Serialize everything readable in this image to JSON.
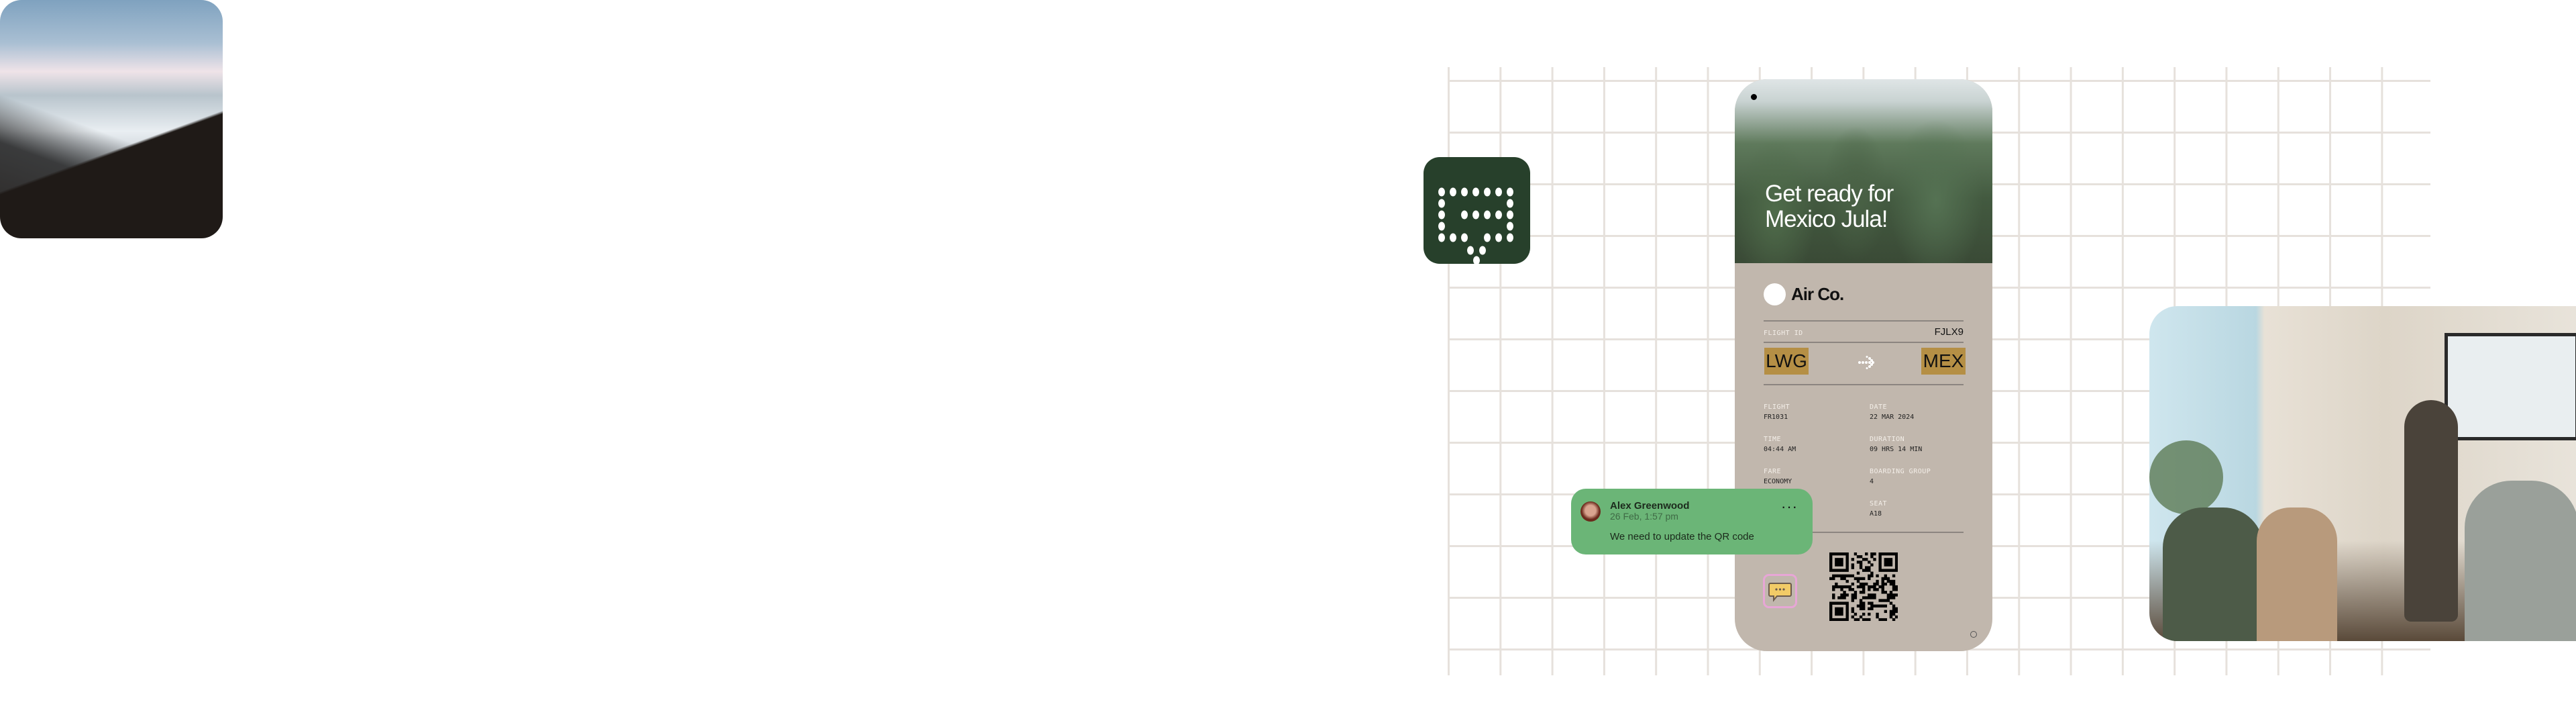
{
  "app_icon": {
    "name": "chat-app-icon"
  },
  "boarding_pass": {
    "headline_line1": "Get ready for",
    "headline_line2": "Mexico Jula!",
    "brand": "Air Co.",
    "flight_id_label": "FLIGHT ID",
    "flight_id": "FJLX9",
    "origin": "LWG",
    "destination": "MEX",
    "details": [
      {
        "label": "FLIGHT",
        "value": "FR1031"
      },
      {
        "label": "DATE",
        "value": "22 MAR 2024"
      },
      {
        "label": "TIME",
        "value": "04:44 AM"
      },
      {
        "label": "DURATION",
        "value": "09 HRS 14 MIN"
      },
      {
        "label": "FARE",
        "value": "ECONOMY"
      },
      {
        "label": "BOARDING GROUP",
        "value": "4"
      },
      {
        "label": "SEAT",
        "value": "A18"
      }
    ]
  },
  "comment": {
    "author": "Alex Greenwood",
    "timestamp": "26 Feb, 1:57 pm",
    "text": "We need to update the QR code",
    "more": "···"
  },
  "colors": {
    "card": "#c1b7ad",
    "code_highlight": "#b58f45",
    "chat": "#6bb577",
    "app_icon": "#27402b"
  }
}
